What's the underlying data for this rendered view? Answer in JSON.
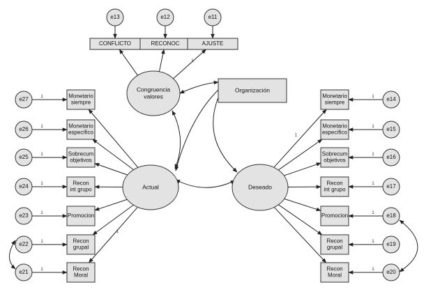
{
  "latents": [
    {
      "id": "congruencia",
      "label_lines": [
        "Congruencia",
        "valores"
      ]
    },
    {
      "id": "actual",
      "label_lines": [
        "Actual"
      ]
    },
    {
      "id": "deseado",
      "label_lines": [
        "Deseado"
      ]
    }
  ],
  "organizacion": {
    "label": "Organización"
  },
  "top_indicators": [
    {
      "label": "CONFLICTO",
      "error": "e13"
    },
    {
      "label": "RECONOC",
      "error": "e12"
    },
    {
      "label": "AJUSTE",
      "error": "e11"
    }
  ],
  "left_indicators": [
    {
      "label_lines": [
        "Monetario",
        "siempre"
      ],
      "error": "e27"
    },
    {
      "label_lines": [
        "Monetario",
        "específico"
      ],
      "error": "e26"
    },
    {
      "label_lines": [
        "Sobrecum",
        "objetivos"
      ],
      "error": "e25"
    },
    {
      "label_lines": [
        "Recon",
        "int grupo"
      ],
      "error": "e24"
    },
    {
      "label_lines": [
        "Promocion"
      ],
      "error": "e23"
    },
    {
      "label_lines": [
        "Recon",
        "grupal"
      ],
      "error": "e22"
    },
    {
      "label_lines": [
        "Recon",
        "Moral"
      ],
      "error": "e21"
    }
  ],
  "right_indicators": [
    {
      "label_lines": [
        "Monetario",
        "siempre"
      ],
      "error": "e14"
    },
    {
      "label_lines": [
        "Monetario",
        "específico"
      ],
      "error": "e15"
    },
    {
      "label_lines": [
        "Sobrecum",
        "objetivos"
      ],
      "error": "e16"
    },
    {
      "label_lines": [
        "Recon",
        "int grupo"
      ],
      "error": "e17"
    },
    {
      "label_lines": [
        "Promocion"
      ],
      "error": "e18"
    },
    {
      "label_lines": [
        "Recon",
        "grupal"
      ],
      "error": "e19"
    },
    {
      "label_lines": [
        "Recon",
        "Moral"
      ],
      "error": "e20"
    }
  ],
  "fixed_weight": "1",
  "colors": {
    "fill": "#e3e3e3",
    "stroke": "#333333",
    "arrow": "#222222",
    "background": "#ffffff"
  }
}
